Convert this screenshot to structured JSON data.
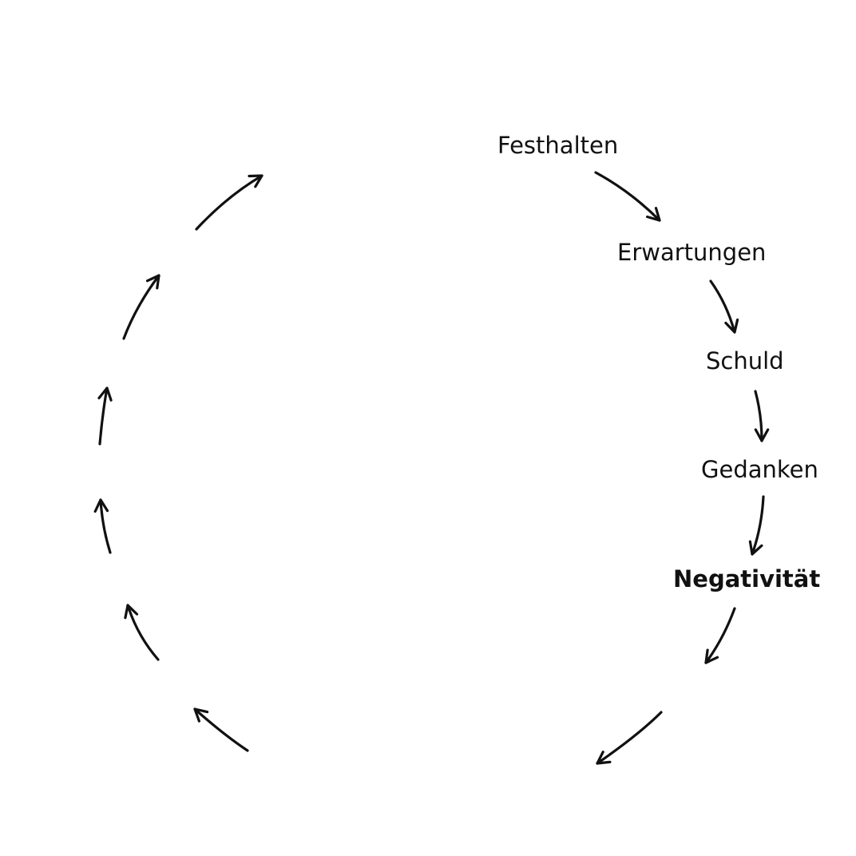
{
  "diagram": {
    "type": "cycle",
    "line_color": "#111111",
    "text_color": "#111111",
    "background": "#ffffff",
    "stages": [
      {
        "label": "Festhalten",
        "bold": false
      },
      {
        "label": "Erwartungen",
        "bold": false
      },
      {
        "label": "Schuld",
        "bold": false
      },
      {
        "label": "Gedanken",
        "bold": false
      },
      {
        "label": "Negativität",
        "bold": true
      }
    ]
  }
}
